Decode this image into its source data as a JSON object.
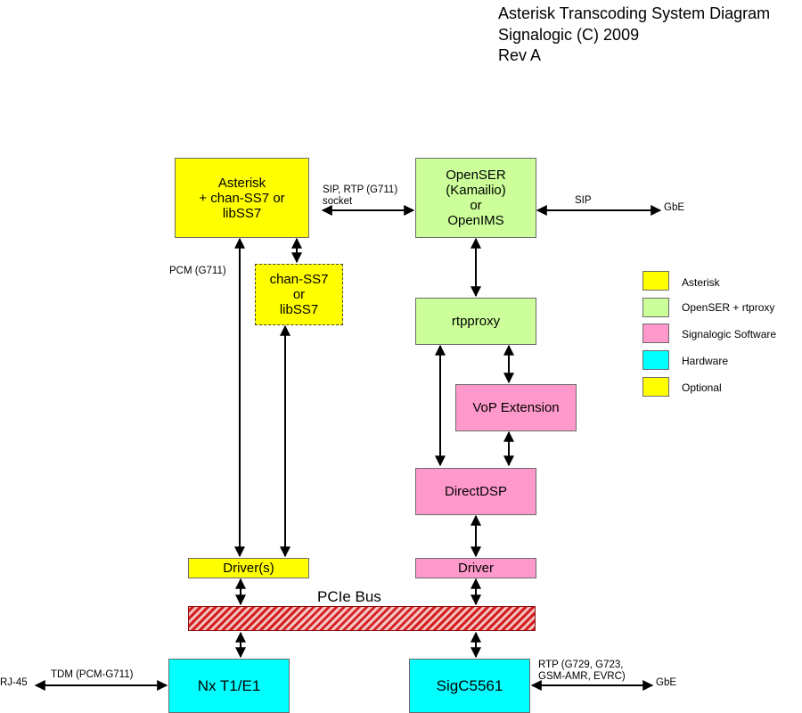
{
  "title": {
    "line1": "Asterisk Transcoding System Diagram",
    "line2": "Signalogic (C) 2009",
    "line3": "Rev A"
  },
  "colors": {
    "asterisk": "#ffff00",
    "openser": "#ccff99",
    "signalogic": "#ff99cc",
    "hardware": "#00ffff"
  },
  "boxes": {
    "asterisk": [
      "Asterisk",
      "+ chan-SS7 or",
      "libSS7"
    ],
    "openser": [
      "OpenSER",
      "(Kamailio)",
      "or",
      "OpenIMS"
    ],
    "chan_ss7": [
      "chan-SS7",
      "or",
      "libSS7"
    ],
    "rtpproxy": "rtpproxy",
    "vop": "VoP Extension",
    "directdsp": "DirectDSP",
    "driver_left": "Driver(s)",
    "driver_right": "Driver",
    "nx": "Nx T1/E1",
    "sigc": "SigC5561"
  },
  "bus_label": "PCIe Bus",
  "labels": {
    "sip_rtp": [
      "SIP, RTP (G711)",
      "socket"
    ],
    "sip": "SIP",
    "gbe_top": "GbE",
    "pcm": "PCM (G711)",
    "tdm": "TDM (PCM-G711)",
    "rj45": "RJ-45",
    "rtp_codecs": [
      "RTP (G729, G723,",
      "GSM-AMR, EVRC)"
    ],
    "gbe_bottom": "GbE"
  },
  "legend": [
    {
      "label": "Asterisk",
      "color": "#ffff00",
      "dashed": false
    },
    {
      "label": "OpenSER + rtproxy",
      "color": "#ccff99",
      "dashed": false
    },
    {
      "label": "Signalogic Software",
      "color": "#ff99cc",
      "dashed": false
    },
    {
      "label": "Hardware",
      "color": "#00ffff",
      "dashed": false
    },
    {
      "label": "Optional",
      "color": "#ffff00",
      "dashed": true
    }
  ]
}
